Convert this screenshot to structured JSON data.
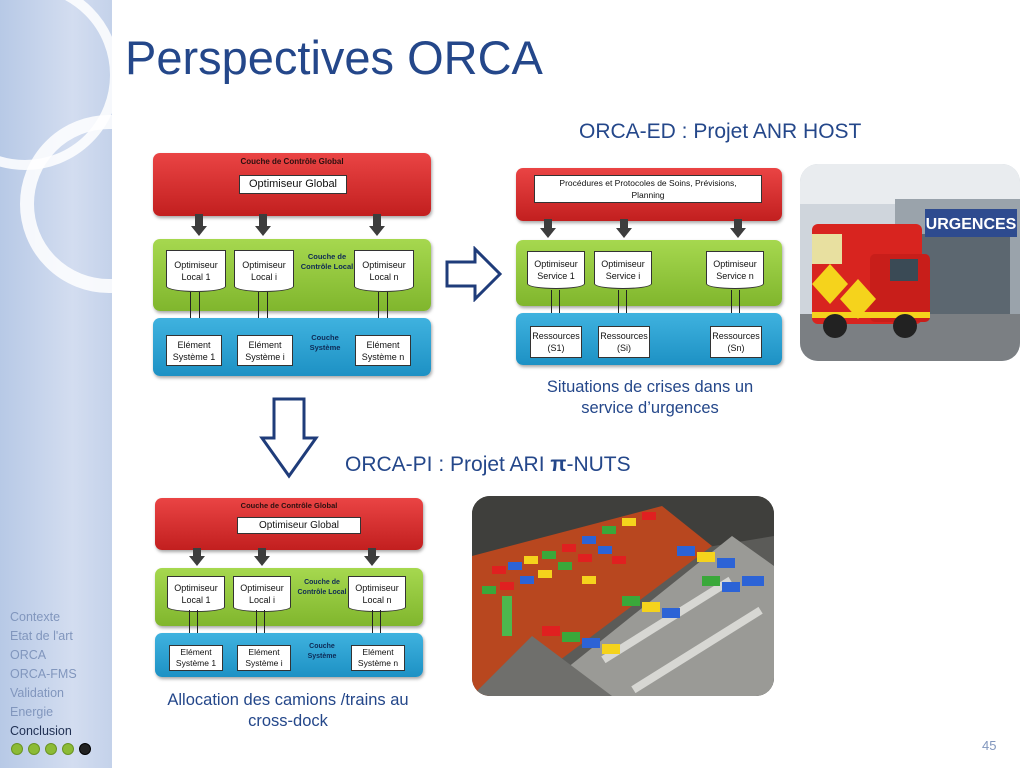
{
  "title": "Perspectives ORCA",
  "sidebar": {
    "items": [
      "Contexte",
      "Etat de l'art",
      "ORCA",
      "ORCA-FMS",
      "Validation",
      "Energie",
      "Conclusion"
    ],
    "active_index": 6
  },
  "page_number": "45",
  "diagram_top": {
    "global_layer_title": "Couche de Contrôle Global",
    "global_optimizer": "Optimiseur Global",
    "local_layer_title": "Couche de Contrôle Local",
    "optimizers": [
      "Optimiseur Local 1",
      "Optimiseur Local i",
      "Optimiseur Local n"
    ],
    "system_layer_title": "Couche Système",
    "elements": [
      "Elément Système 1",
      "Elément Système i",
      "Elément Système n"
    ]
  },
  "orca_ed": {
    "heading": "ORCA-ED :  Projet ANR HOST",
    "procedures": "Procédures et Protocoles de Soins, Prévisions, Planning",
    "services": [
      "Optimiseur Service 1",
      "Optimiseur Service i",
      "Optimiseur Service n"
    ],
    "resources": [
      "Ressources (S1)",
      "Ressources (Si)",
      "Ressources (Sn)"
    ],
    "caption": "Situations de crises dans un service d’urgences",
    "photo_sign": "URGENCES"
  },
  "orca_pi": {
    "heading_prefix": "ORCA-PI :  Projet ARI ",
    "heading_pi": "π",
    "heading_suffix": "-NUTS",
    "caption": "Allocation des camions /trains au cross-dock"
  },
  "diagram_bottom": {
    "global_layer_title": "Couche de Contrôle Global",
    "global_optimizer": "Optimiseur Global",
    "local_layer_title": "Couche de Contrôle Local",
    "optimizers": [
      "Optimiseur Local 1",
      "Optimiseur Local i",
      "Optimiseur Local n"
    ],
    "system_layer_title": "Couche Système",
    "elements": [
      "Elément Système 1",
      "Elément Système i",
      "Elément Système n"
    ]
  },
  "colors": {
    "title": "#24478a",
    "control_global": "#d42a2a",
    "control_local": "#8cc63f",
    "system": "#29a6d9"
  }
}
